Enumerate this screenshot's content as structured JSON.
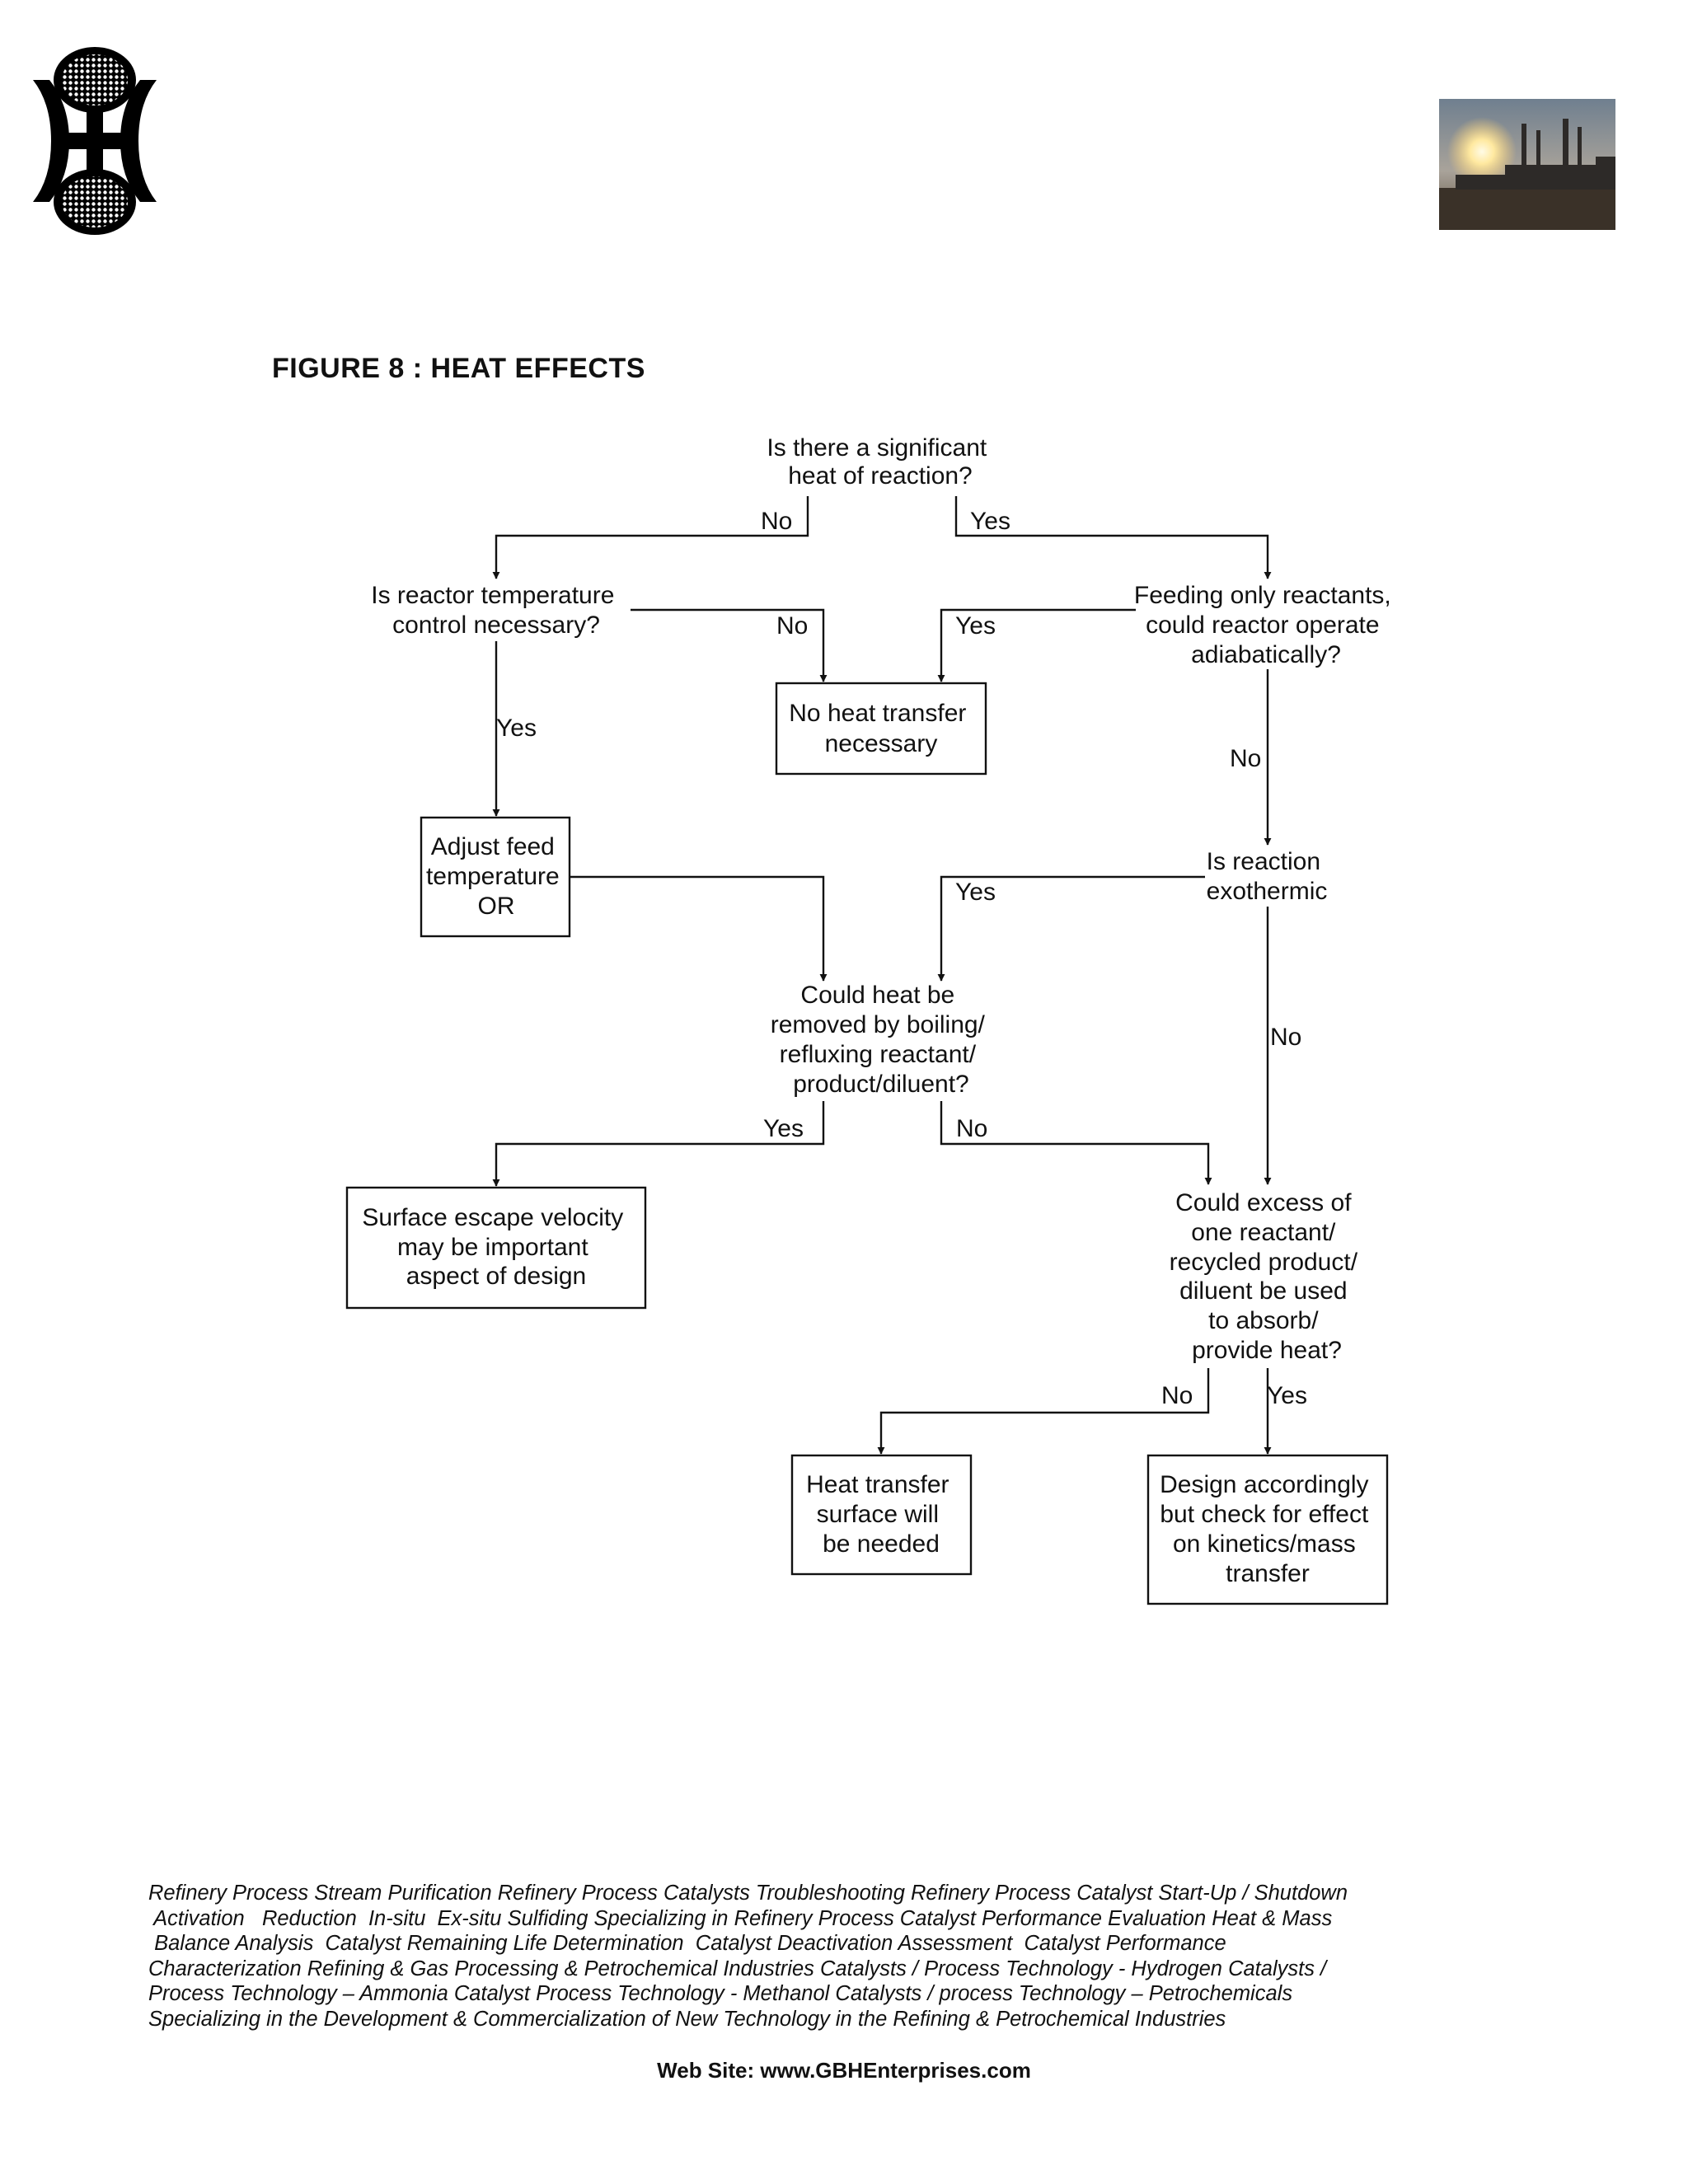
{
  "figure_title": "FIGURE 8 : HEAT EFFECTS",
  "nodes": {
    "q_heat": [
      "Is there a significant",
      "heat of reaction?"
    ],
    "q_temp": [
      "Is reactor temperature",
      "control necessary?"
    ],
    "q_adiabatic": [
      "Feeding only reactants,",
      "could reactor operate",
      "adiabatically?"
    ],
    "no_transfer": [
      "No heat transfer",
      "necessary"
    ],
    "adjust_feed": [
      "Adjust feed",
      "temperature",
      "OR"
    ],
    "q_exothermic": [
      "Is reaction",
      "exothermic"
    ],
    "q_boiling": [
      "Could heat be",
      "removed by boiling/",
      "refluxing reactant/",
      "product/diluent?"
    ],
    "surface_escape": [
      "Surface escape velocity",
      "may be important",
      "aspect of design"
    ],
    "q_excess": [
      "Could excess of",
      "one reactant/",
      "recycled product/",
      "diluent be used",
      "to absorb/",
      "provide heat?"
    ],
    "heat_surface": [
      "Heat transfer",
      "surface will",
      "be needed"
    ],
    "design_accordingly": [
      "Design accordingly",
      "but check for effect",
      "on kinetics/mass",
      "transfer"
    ]
  },
  "edge_labels": {
    "heat_no": "No",
    "heat_yes": "Yes",
    "temp_no": "No",
    "temp_yes": "Yes",
    "adiabatic_yes": "Yes",
    "adiabatic_no": "No",
    "exo_yes": "Yes",
    "exo_no": "No",
    "boil_yes": "Yes",
    "boil_no": "No",
    "excess_no": "No",
    "excess_yes": "Yes"
  },
  "footer_lines": [
    "Refinery Process Stream Purification Refinery Process Catalysts Troubleshooting Refinery Process Catalyst Start-Up / Shutdown",
    " Activation   Reduction  In-situ  Ex-situ Sulfiding Specializing in Refinery Process Catalyst Performance Evaluation Heat & Mass",
    " Balance Analysis  Catalyst Remaining Life Determination  Catalyst Deactivation Assessment  Catalyst Performance",
    "Characterization  Refining  & Gas Processing &  Petrochemical Industries  Catalysts / Process Technology - Hydrogen  Catalysts /",
    "Process Technology – Ammonia  Catalyst Process Technology - Methanol  Catalysts / process Technology – Petrochemicals",
    "Specializing in the Development  & Commercialization of New Technology in the Refining &   Petrochemical Industries"
  ],
  "website": "Web Site: www.GBHEnterprises.com",
  "colors": {
    "ink": "#111111",
    "background": "#ffffff"
  }
}
